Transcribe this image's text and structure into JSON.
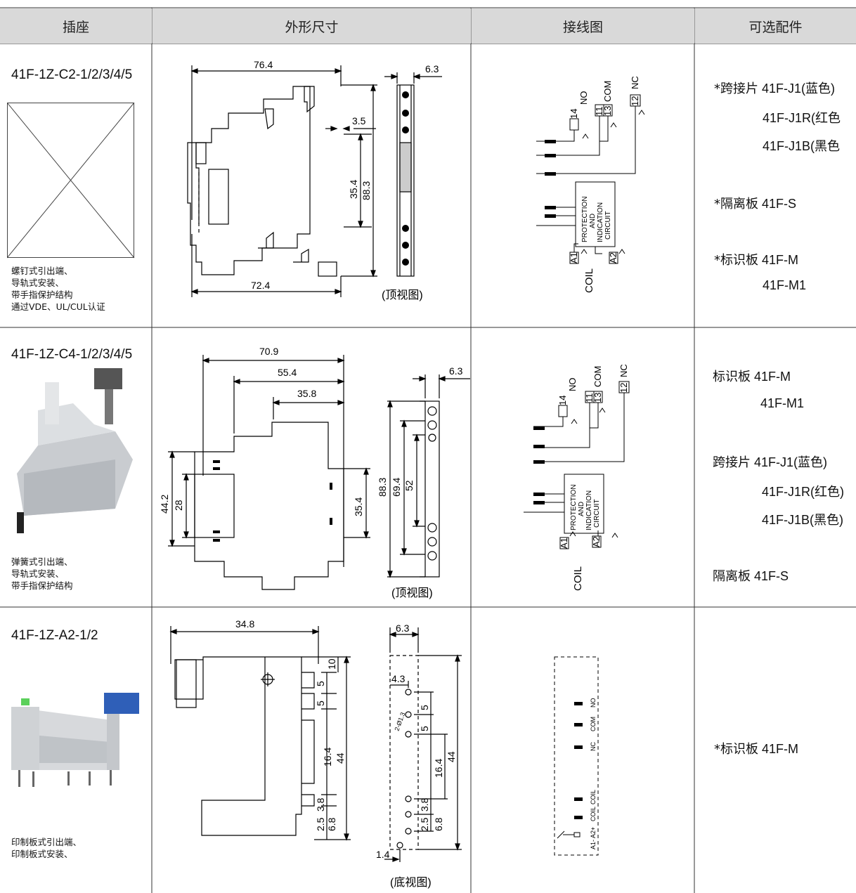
{
  "header": {
    "socket": "插座",
    "dimensions": "外形尺寸",
    "wiring": "接线图",
    "accessories": "可选配件"
  },
  "rows": [
    {
      "model": "41F-1Z-C2-1/2/3/4/5",
      "desc": [
        "螺钉式引出端、",
        "导轨式安装、",
        "带手指保护结构",
        "通过VDE、UL/CUL认证"
      ],
      "dims": {
        "top_width": "76.4",
        "bottom_width": "72.4",
        "gap": "3.5",
        "inner_h": "35.4",
        "total_h": "88.3",
        "side_w": "6.3",
        "view": "(顶视图)"
      },
      "wiring": {
        "no": "NO",
        "com": "COM",
        "nc": "NC",
        "t14": "14",
        "t11": "11",
        "t13": "13",
        "t12": "12",
        "prot1": "PROTECTION",
        "prot2": "AND",
        "prot3": "INDICATION",
        "prot4": "CIRCUIT",
        "a1": "A1",
        "a2": "A2",
        "coil": "COIL"
      },
      "acc": [
        {
          "cn": "*跨接片",
          "en": "41F-J1(蓝色)"
        },
        {
          "en": "41F-J1R(红色"
        },
        {
          "en": "41F-J1B(黑色"
        },
        {
          "cn": "*隔离板",
          "en": "41F-S"
        },
        {
          "cn": "*标识板",
          "en": "41F-M"
        },
        {
          "en": "41F-M1"
        }
      ]
    },
    {
      "model": "41F-1Z-C4-1/2/3/4/5",
      "desc": [
        "弹簧式引出端、",
        "导轨式安装、",
        "带手指保护结构"
      ],
      "dims": {
        "w1": "70.9",
        "w2": "55.4",
        "w3": "35.8",
        "h1": "44.2",
        "h2": "28",
        "h3": "35.4",
        "h4": "88.3",
        "h5": "69.4",
        "h6": "52",
        "side_w": "6.3",
        "view": "(顶视图)"
      },
      "wiring": {
        "no": "NO",
        "com": "COM",
        "nc": "NC",
        "t14": "14",
        "t11": "11",
        "t13": "13",
        "t12": "12",
        "prot1": "PROTECTION",
        "prot2": "AND",
        "prot3": "INDICATION",
        "prot4": "CIRCUIT",
        "a1": "A1",
        "a2": "A2",
        "coil": "COIL"
      },
      "acc": [
        {
          "cn": "标识板",
          "en": "41F-M"
        },
        {
          "en": "41F-M1"
        },
        {
          "cn": "跨接片",
          "en": "41F-J1(蓝色)"
        },
        {
          "en": "41F-J1R(红色)"
        },
        {
          "en": "41F-J1B(黑色)"
        },
        {
          "cn": "隔离板",
          "en": "41F-S"
        }
      ]
    },
    {
      "model": "41F-1Z-A2-1/2",
      "desc": [
        "印制板式引出端、",
        "印制板式安装、"
      ],
      "dims": {
        "w": "34.8",
        "d10": "10",
        "d5a": "5",
        "d5b": "5",
        "d164": "16.4",
        "d44": "44",
        "d38": "3.8",
        "d25": "2.5",
        "d68": "6.8",
        "side_w": "6.3",
        "d43": "4.3",
        "hole": "2-Ø1.3",
        "r5a": "5",
        "r5b": "5",
        "r164": "16.4",
        "r44": "44",
        "r38": "3.8",
        "r25": "2.5",
        "r68": "6.8",
        "d14": "1.4",
        "view": "(底视图)"
      },
      "wiring": {
        "no": "NO",
        "com": "COM",
        "nc": "NC",
        "coil1": "COIL",
        "coil2": "COIL",
        "a12": "A1- A2+"
      },
      "acc": [
        {
          "cn": "*标识板",
          "en": "41F-M"
        }
      ]
    }
  ]
}
